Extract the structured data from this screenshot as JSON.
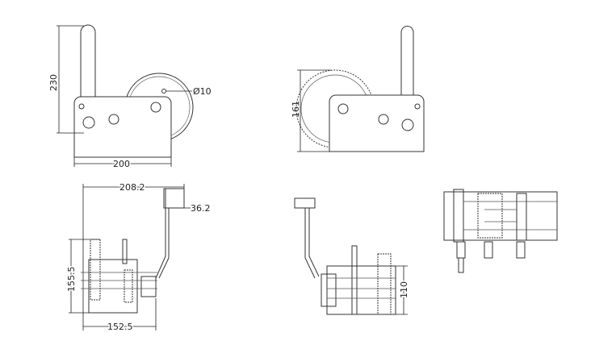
{
  "dimensions": {
    "height_230": "230",
    "hole_diameter": "Ø10",
    "width_200": "200",
    "height_161": "161",
    "width_208_2": "208.2",
    "handle_36_2": "36.2",
    "height_155_5": "155.5",
    "width_152_5": "152.5",
    "drum_110": "110"
  },
  "colors": {
    "line": "#333333",
    "background": "#ffffff"
  }
}
